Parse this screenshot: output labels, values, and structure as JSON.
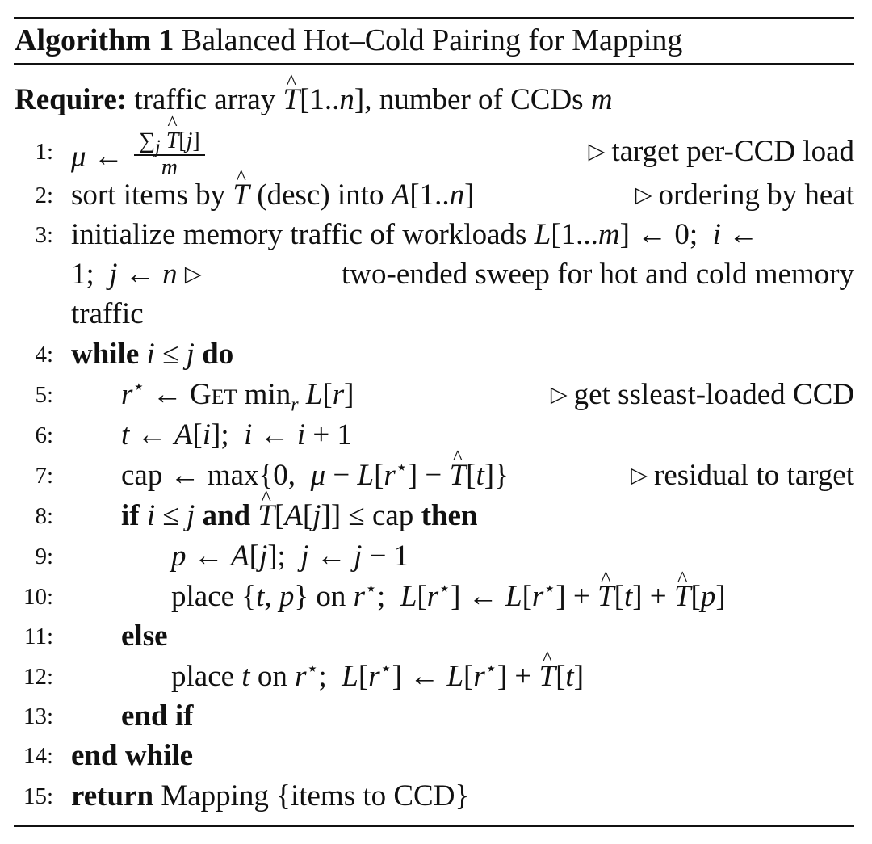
{
  "algorithm": {
    "label": "Algorithm 1",
    "title": "Balanced Hot–Cold Pairing for Mapping"
  },
  "require": {
    "keyword": "Require:",
    "text": "traffic array T̂[1..n], number of CCDs m"
  },
  "lines": [
    {
      "num": "1:",
      "comment": "target per-CCD load"
    },
    {
      "num": "2:",
      "comment": "ordering by heat"
    },
    {
      "num": "3:"
    },
    {
      "num": "",
      "comment": "two-ended sweep for hot and cold memory"
    },
    {
      "num": "",
      "text": "traffic"
    },
    {
      "num": "4:"
    },
    {
      "num": "5:",
      "comment": "get ssleast-loaded CCD"
    },
    {
      "num": "6:"
    },
    {
      "num": "7:",
      "comment": "residual to target"
    },
    {
      "num": "8:"
    },
    {
      "num": "9:"
    },
    {
      "num": "10:"
    },
    {
      "num": "11:"
    },
    {
      "num": "12:"
    },
    {
      "num": "13:"
    },
    {
      "num": "14:"
    },
    {
      "num": "15:"
    }
  ],
  "keywords": {
    "while": "while",
    "do": "do",
    "if": "if",
    "and": "and",
    "then": "then",
    "else": "else",
    "end_if": "end if",
    "end_while": "end while",
    "return": "return"
  }
}
